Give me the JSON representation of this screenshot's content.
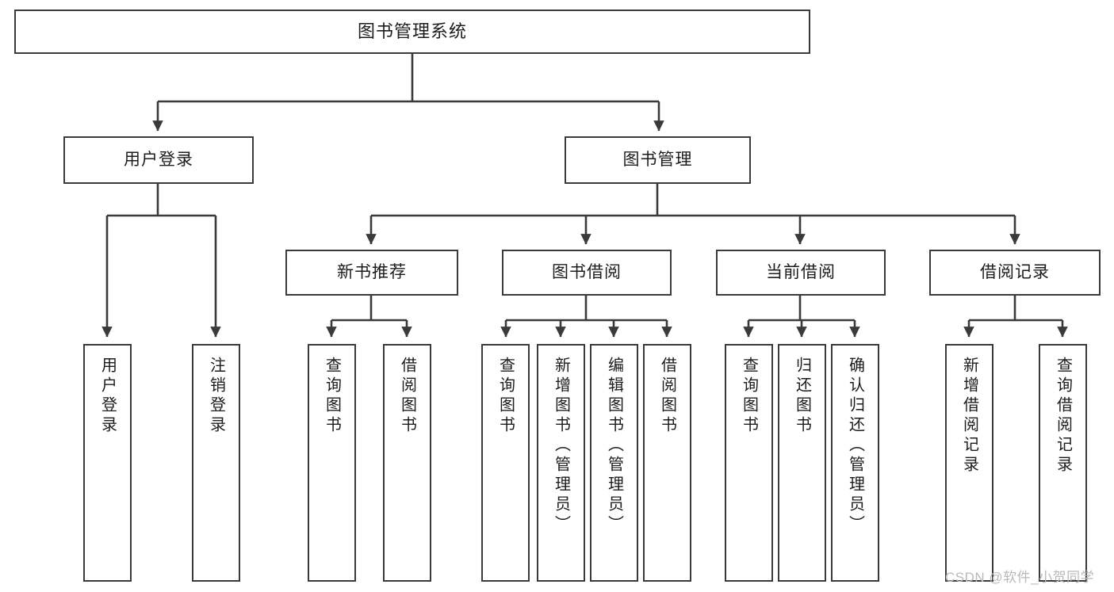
{
  "diagram": {
    "type": "tree",
    "title": "图书管理系统",
    "colors": {
      "background": "#ffffff",
      "border": "#3a3a3a",
      "text": "#1c1c1c",
      "wire": "#3a3a3a",
      "watermark": "#b9b9b9"
    },
    "root": {
      "label": "图书管理系统"
    },
    "level2": [
      {
        "label": "用户登录"
      },
      {
        "label": "图书管理"
      }
    ],
    "level3": [
      {
        "label": "新书推荐"
      },
      {
        "label": "图书借阅"
      },
      {
        "label": "当前借阅"
      },
      {
        "label": "借阅记录"
      }
    ],
    "leaves": {
      "user_login": [
        {
          "label": "用户登录"
        },
        {
          "label": "注销登录"
        }
      ],
      "new_book_recommend": [
        {
          "label": "查询图书"
        },
        {
          "label": "借阅图书"
        }
      ],
      "book_borrow": [
        {
          "label": "查询图书"
        },
        {
          "label": "新增图书（管理员）"
        },
        {
          "label": "编辑图书（管理员）"
        },
        {
          "label": "借阅图书"
        }
      ],
      "current_borrow": [
        {
          "label": "查询图书"
        },
        {
          "label": "归还图书"
        },
        {
          "label": "确认归还（管理员）"
        }
      ],
      "borrow_record": [
        {
          "label": "新增借阅记录"
        },
        {
          "label": "查询借阅记录"
        }
      ]
    }
  },
  "watermark": {
    "text": "CSDN @软件_小贺同学"
  }
}
